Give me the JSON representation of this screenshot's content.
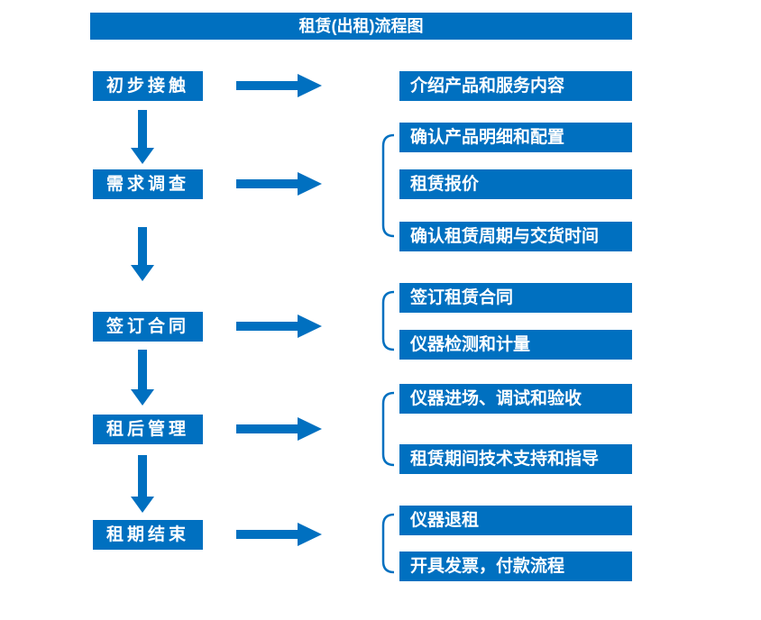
{
  "title": "租赁(出租)流程图",
  "colors": {
    "primary": "#0070C0",
    "text_on_primary": "#FFFFFF"
  },
  "flow": [
    {
      "stage": "初步接触",
      "steps": [
        "介绍产品和服务内容"
      ]
    },
    {
      "stage": "需求调查",
      "steps": [
        "确认产品明细和配置",
        "租赁报价",
        "确认租赁周期与交货时间"
      ]
    },
    {
      "stage": "签订合同",
      "steps": [
        "签订租赁合同",
        "仪器检测和计量"
      ]
    },
    {
      "stage": "租后管理",
      "steps": [
        "仪器进场、调试和验收",
        "租赁期间技术支持和指导"
      ]
    },
    {
      "stage": "租期结束",
      "steps": [
        "仪器退租",
        "开具发票，付款流程"
      ]
    }
  ]
}
